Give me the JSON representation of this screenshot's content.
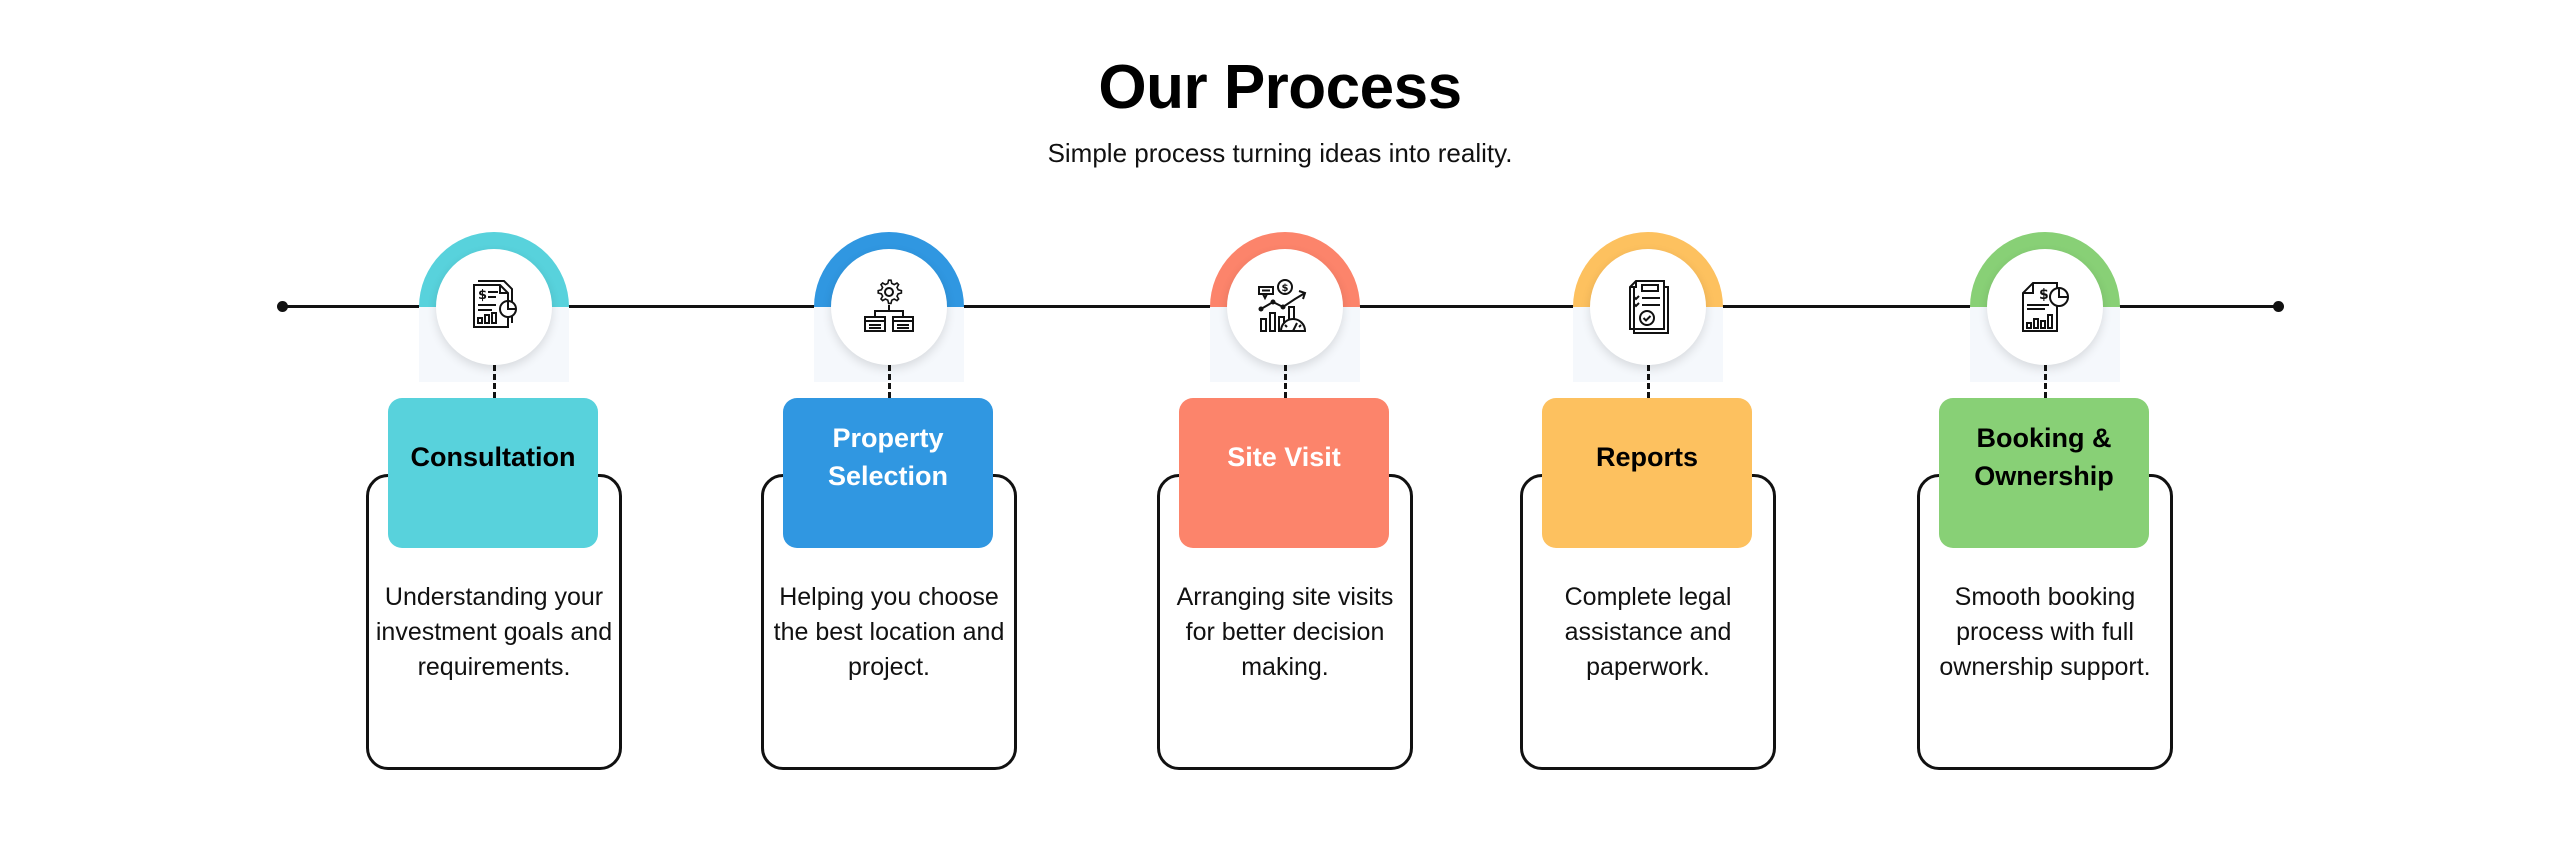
{
  "header": {
    "title": "Our Process",
    "subtitle": "Simple process turning ideas into reality."
  },
  "timeline": {
    "line_color": "#111111"
  },
  "steps": [
    {
      "title": "Consultation",
      "description": "Understanding your investment goals and requirements.",
      "icon": "financial-report-icon",
      "color": "#58d2dc",
      "title_color": "#000000"
    },
    {
      "title": "Property Selection",
      "description": "Helping you choose the best location and project.",
      "icon": "gear-hierarchy-icon",
      "color": "#3097e1",
      "title_color": "#ffffff"
    },
    {
      "title": "Site Visit",
      "description": "Arranging site visits for better decision making.",
      "icon": "growth-analytics-icon",
      "color": "#fc846b",
      "title_color": "#ffffff"
    },
    {
      "title": "Reports",
      "description": "Complete legal assistance and paperwork.",
      "icon": "checklist-document-icon",
      "color": "#fdc15f",
      "title_color": "#000000"
    },
    {
      "title": "Booking & Ownership",
      "description": "Smooth booking process with full ownership support.",
      "icon": "invoice-chart-icon",
      "color": "#88d076",
      "title_color": "#000000"
    }
  ]
}
